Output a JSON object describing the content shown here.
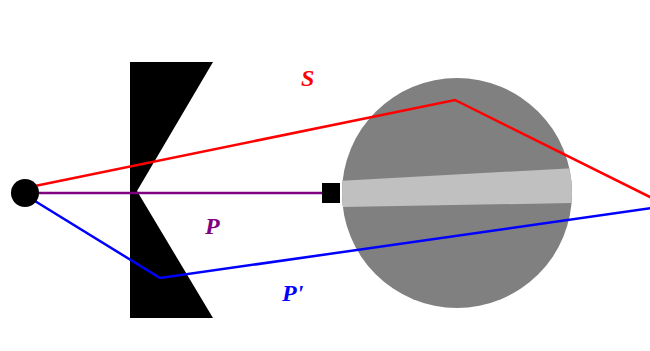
{
  "diagram": {
    "labels": [
      "S",
      "P",
      "P'"
    ]
  }
}
